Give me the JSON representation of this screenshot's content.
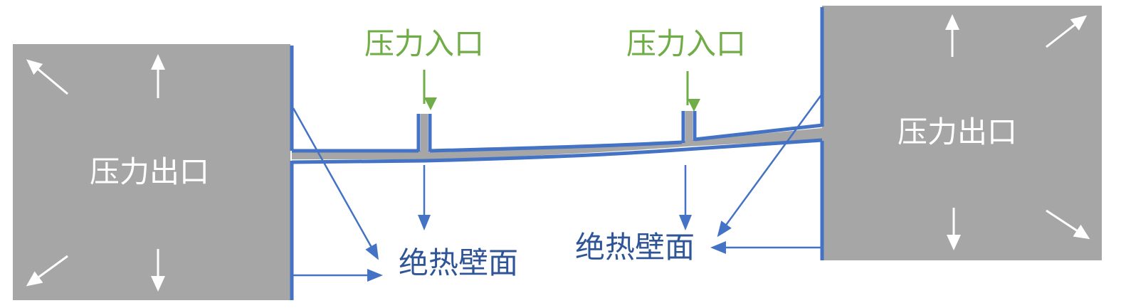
{
  "labels": {
    "outlet_left": "压力出口",
    "outlet_right": "压力出口",
    "inlet_1": "压力入口",
    "inlet_2": "压力入口",
    "wall_1": "绝热壁面",
    "wall_2": "绝热壁面"
  },
  "colors": {
    "wall_blue": "#4472c4",
    "inlet_green": "#70ad47",
    "outlet_gray": "#a6a6a6",
    "channel_gray": "#a6a6a6",
    "outlet_text": "#ffffff",
    "wall_text": "#2f5597",
    "inlet_text": "#70ad47"
  },
  "icons": {
    "outlet_flow_arrows": "white-outward-arrows",
    "inlet_arrows": "green-down-arrow",
    "wall_pointer_arrows": "blue-arrow"
  }
}
